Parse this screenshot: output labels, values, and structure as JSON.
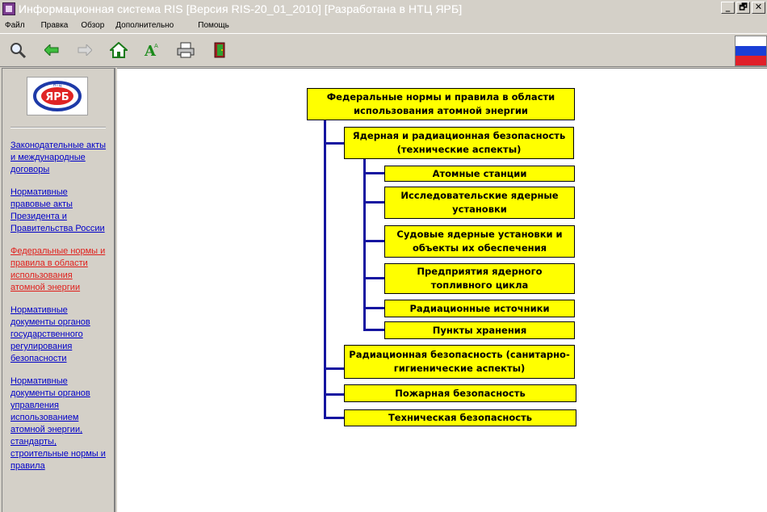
{
  "window": {
    "title": "Информационная система RIS [Версия RIS-20_01_2010] [Разработана в НТЦ ЯРБ]",
    "controls": [
      "_",
      "🗗",
      "✕"
    ]
  },
  "menu": [
    "Файл",
    "Правка",
    "Обзор",
    "Дополнительно",
    "Помощь"
  ],
  "toolbar": {
    "icons": [
      "search-icon",
      "back-arrow-icon",
      "forward-arrow-icon",
      "home-icon",
      "font-icon",
      "print-icon",
      "exit-door-icon"
    ],
    "flag_colors": [
      "#ffffff",
      "#1a3fd6",
      "#e0202a"
    ]
  },
  "sidebar": {
    "logo_text": "ЯРБ",
    "logo_small": "НТЦ",
    "links": [
      "Законодательные акты и международные договоры",
      "Нормативные правовые акты Президента и Правительства России",
      "Федеральные нормы и правила в области использования атомной энергии",
      "Нормативные документы органов государственного регулирования безопасности",
      "Нормативные документы органов управления использованием атомной энергии, стандарты, строительные нормы и правила"
    ],
    "active_index": 2
  },
  "diagram": {
    "root": "Федеральные нормы и правила в области использования атомной энергии",
    "level1": [
      "Ядерная и радиационная безопасность (технические аспекты)",
      "Радиационная безопасность (санитарно-гигиенические аспекты)",
      "Пожарная безопасность",
      "Техническая безопасность"
    ],
    "level2": [
      "Атомные станции",
      "Исследовательские ядерные установки",
      "Судовые ядерные установки и объекты их обеспечения",
      "Предприятия ядерного топливного цикла",
      "Радиационные источники",
      "Пункты хранения"
    ],
    "box_color": "#ffff00",
    "line_color": "#1515a0"
  }
}
